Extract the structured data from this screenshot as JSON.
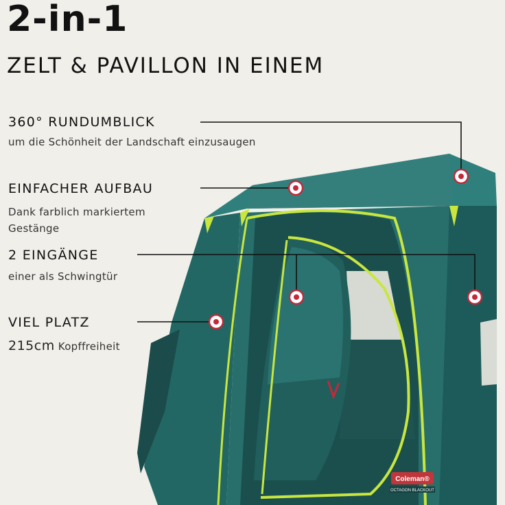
{
  "headline": "2-in-1",
  "subheadline": "ZELT & PAVILLON IN EINEM",
  "features": [
    {
      "title": "360° RUNDUMBLICK",
      "description": "um die Schönheit der Landschaft einzusaugen"
    },
    {
      "title": "EINFACHER AUFBAU",
      "description_line1": "Dank farblich markiertem",
      "description_line2": "Gestänge"
    },
    {
      "title": "2 EINGÄNGE",
      "description": "einer als Schwingtür"
    },
    {
      "title": "VIEL PLATZ",
      "description_value": "215cm",
      "description_text": " Kopffreiheit"
    }
  ],
  "brand_label": "Coleman®",
  "model_label": "OCTAGON BLACKOUT",
  "colors": {
    "background": "#f1efe9",
    "tent_green": "#2a7672",
    "tent_dark": "#123f3f",
    "accent_lime": "#c9e63f",
    "marker_red": "#c4283a"
  }
}
